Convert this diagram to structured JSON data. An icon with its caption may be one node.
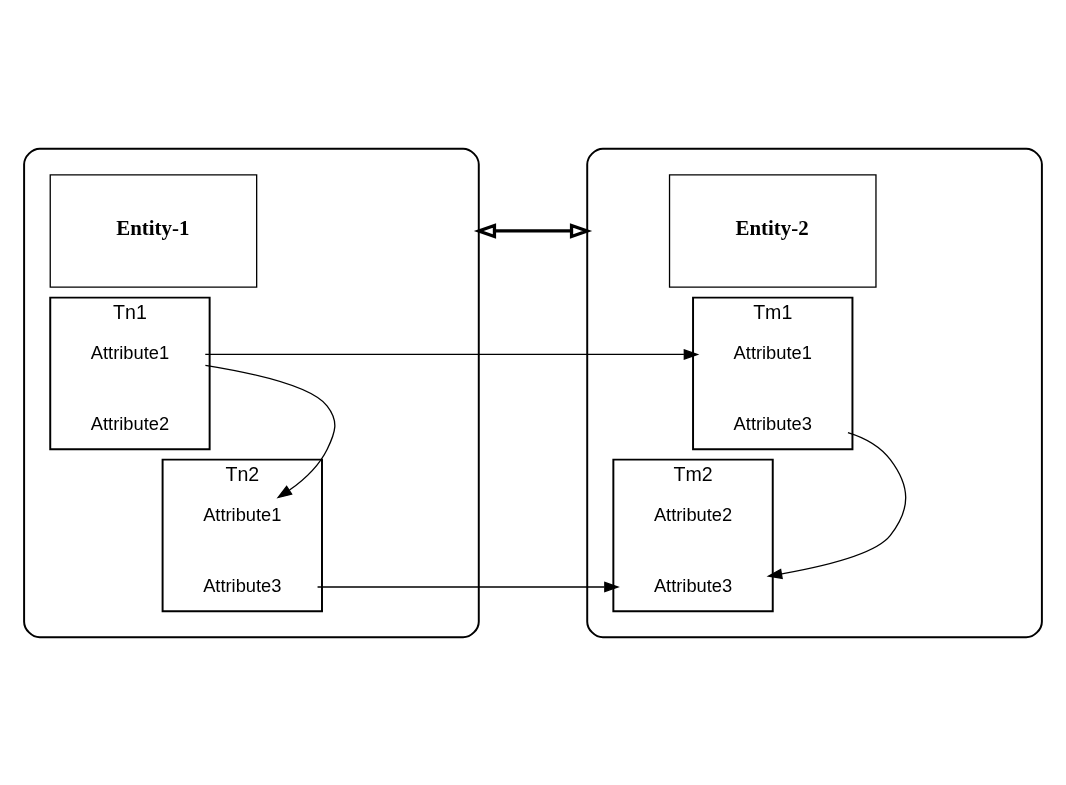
{
  "diagram": {
    "nodes": [
      {
        "text": [],
        "shape": "box"
      },
      {
        "text": [
          "Entity-1"
        ],
        "in": 0
      },
      {
        "text": [
          "Tn1"
        ],
        "in": 0
      },
      {
        "text": [
          "Attribute1"
        ],
        "in": 2
      },
      {
        "text": [
          "Attribute2"
        ],
        "in": 2
      },
      {
        "text": [
          "Tn2"
        ],
        "in": 0
      },
      {
        "text": [
          "Attribute1"
        ],
        "in": 5
      },
      {
        "text": [
          "Attribute3"
        ],
        "in": 5
      },
      {
        "text": [],
        "shape": "box"
      },
      {
        "text": [
          "Entity-2"
        ],
        "in": 8
      },
      {
        "text": [
          "Tm1"
        ],
        "in": 8
      },
      {
        "text": [
          "Attribute1"
        ],
        "in": 10
      },
      {
        "text": [
          "Attribute3"
        ],
        "in": 10
      },
      {
        "text": [
          "Tm2"
        ],
        "in": 8
      },
      {
        "text": [
          "Attribute2"
        ],
        "in": 13
      },
      {
        "text": [
          "Attribute3"
        ],
        "in": 13
      }
    ],
    "edges": [
      {
        "from": 0,
        "to": 8,
        "arrow": "both",
        "style": "thick"
      },
      {
        "from": 3,
        "to": 11,
        "arrow": "to"
      },
      {
        "from": 3,
        "to": 6,
        "arrow": "to"
      },
      {
        "from": 12,
        "to": 15,
        "arrow": "to"
      },
      {
        "from": 7,
        "to": 15,
        "arrow": "to"
      }
    ]
  }
}
